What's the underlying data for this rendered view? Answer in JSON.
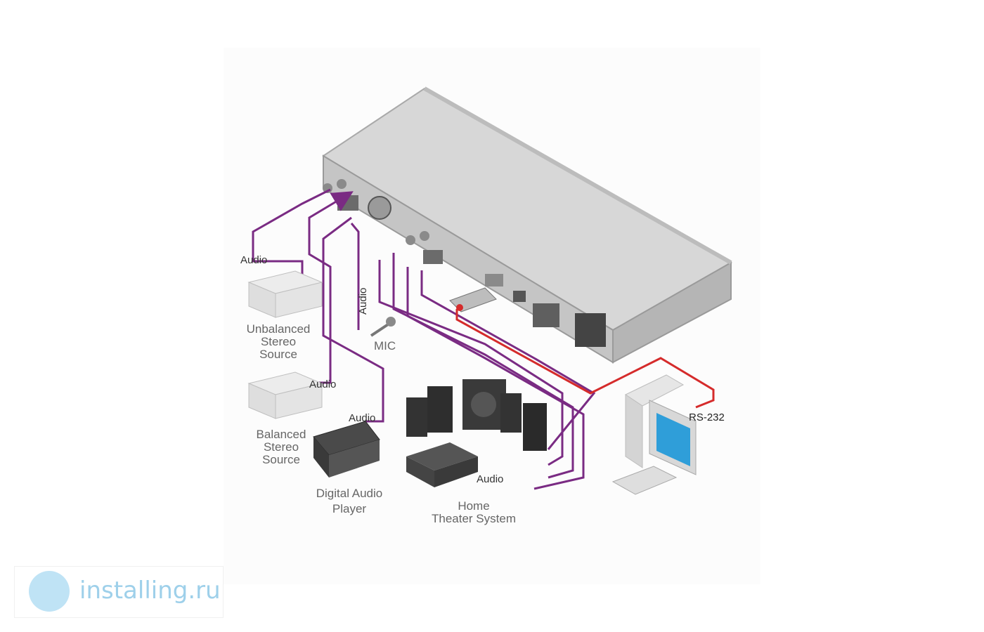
{
  "labels": {
    "audio_unbalanced": "Audio",
    "unbalanced_source": "Unbalanced\nStereo\nSource",
    "audio_mic": "Audio",
    "mic": "MIC",
    "audio_balanced": "Audio",
    "balanced_source": "Balanced\nStereo\nSource",
    "audio_player": "Audio",
    "digital_player": "Digital Audio\nPlayer",
    "audio_home": "Audio",
    "home_theater": "Home\nTheater System",
    "rs232": "RS-232"
  },
  "watermark": {
    "text": "installing.ru"
  },
  "colors": {
    "audio_cable": "#7a2b83",
    "serial_cable": "#d52b2b",
    "device": "#dcdcdc"
  }
}
